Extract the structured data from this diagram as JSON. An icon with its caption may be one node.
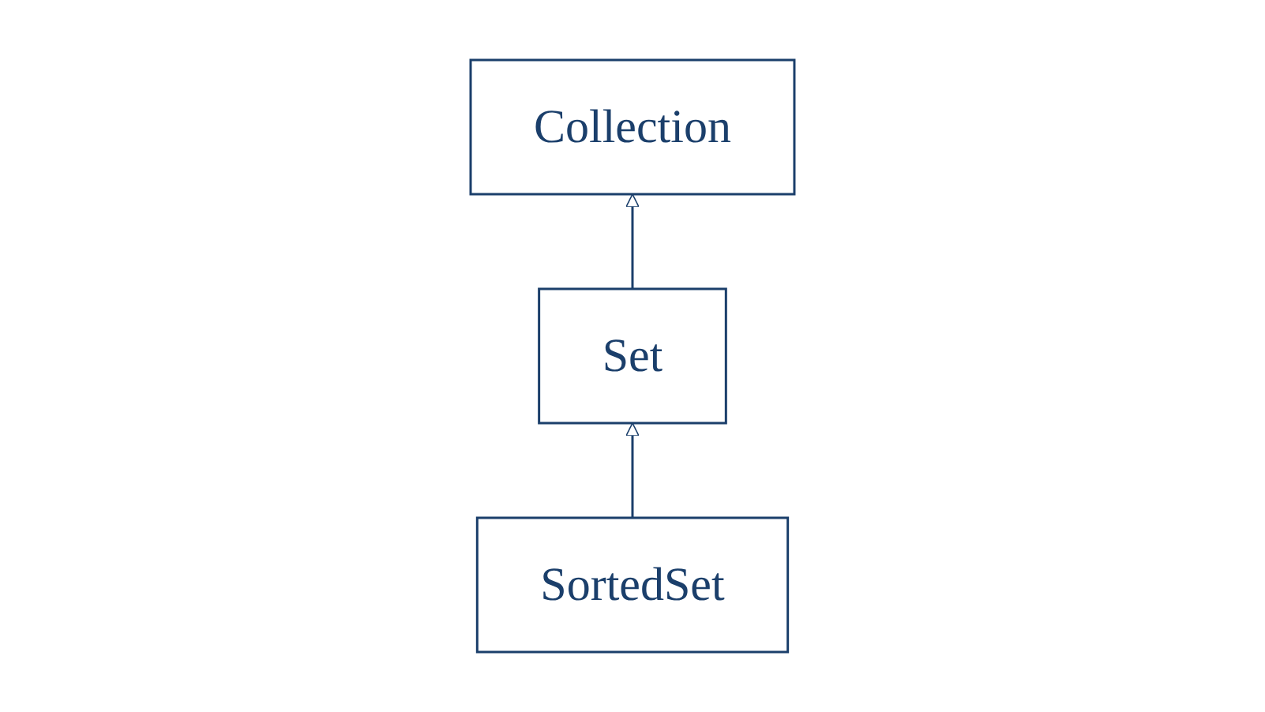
{
  "diagram": {
    "nodes": [
      {
        "text": [
          "Collection"
        ]
      },
      {
        "text": [
          "Set"
        ]
      },
      {
        "text": [
          "SortedSet"
        ]
      }
    ],
    "edges": [
      {
        "from": 1,
        "to": 0,
        "arrow": "to"
      },
      {
        "from": 2,
        "to": 1,
        "arrow": "to"
      }
    ]
  }
}
